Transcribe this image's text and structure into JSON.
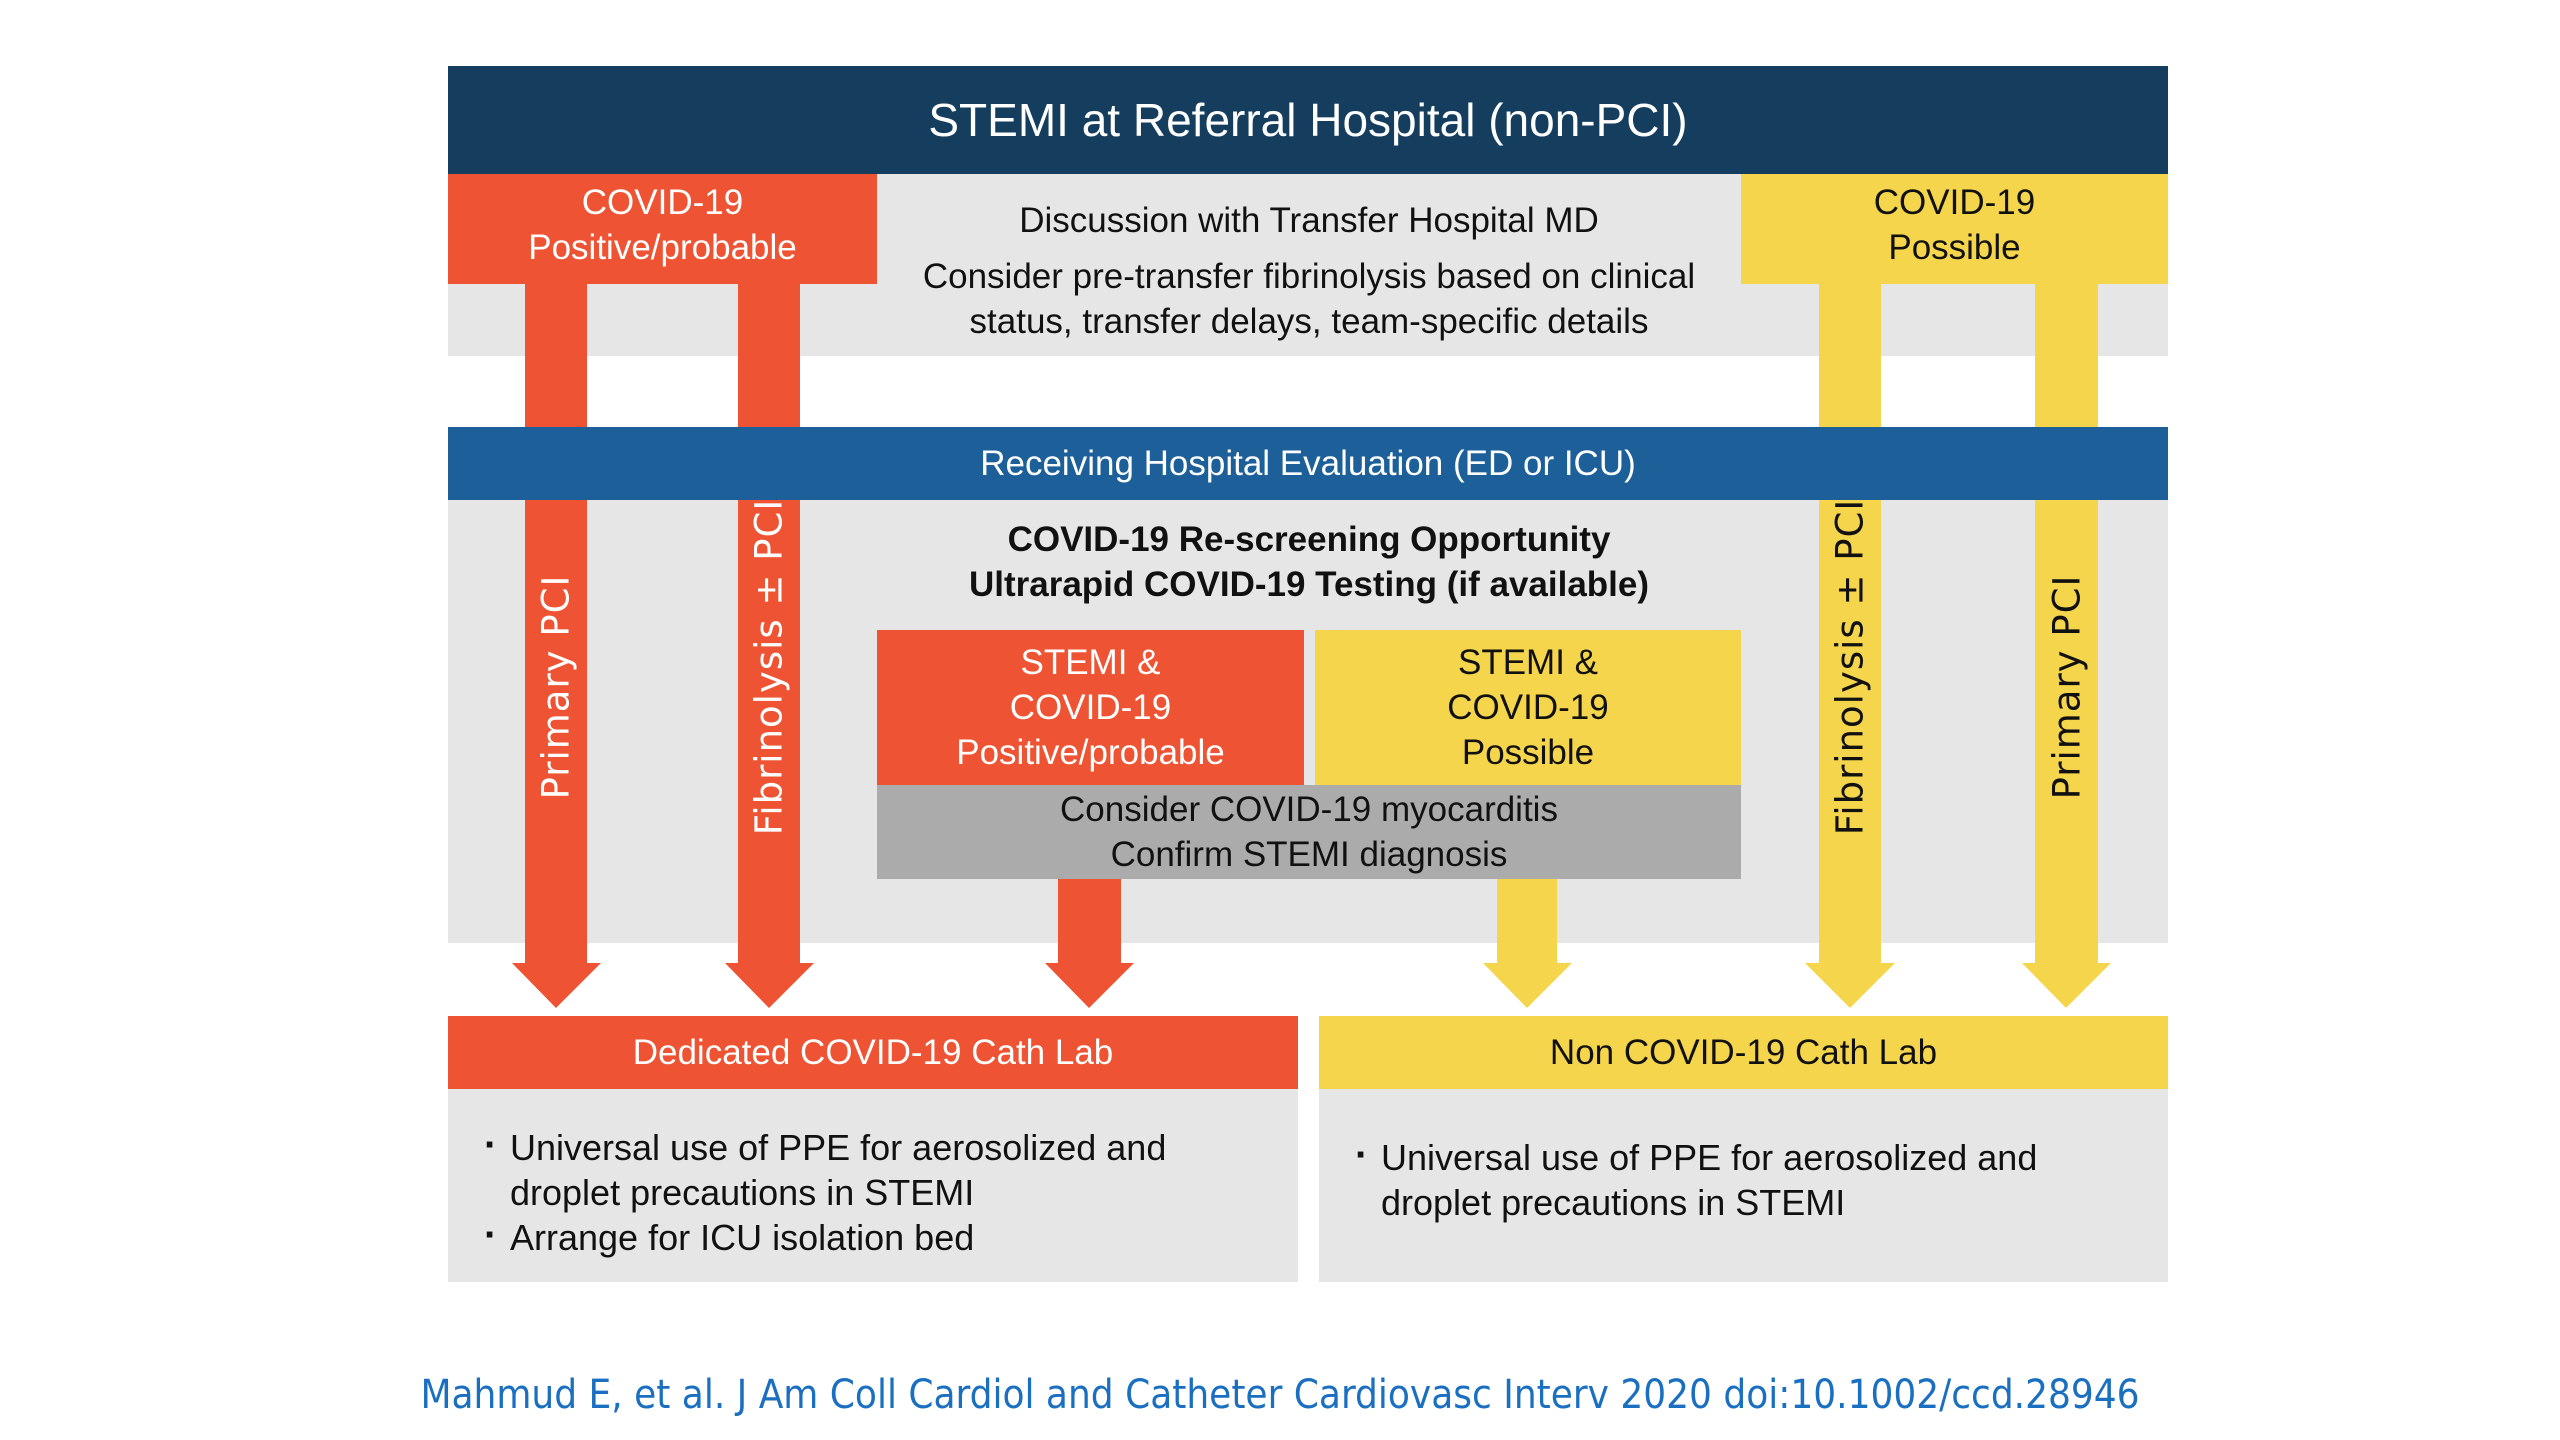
{
  "header": {
    "title": "STEMI at Referral Hospital (non-PCI)"
  },
  "referral": {
    "positive_box": {
      "line1": "COVID-19",
      "line2": "Positive/probable"
    },
    "possible_box": {
      "line1": "COVID-19",
      "line2": "Possible"
    },
    "discussion": {
      "line1": "Discussion with Transfer Hospital MD",
      "line2": "Consider pre-transfer fibrinolysis based on clinical",
      "line3": "status, transfer delays, team-specific details"
    }
  },
  "receiving": {
    "bar_label": "Receiving Hospital Evaluation (ED or ICU)",
    "rescreen_line1": "COVID-19 Re-screening Opportunity",
    "rescreen_line2": "Ultrarapid COVID-19 Testing (if available)"
  },
  "pathways": {
    "left": [
      {
        "label": "Primary PCI"
      },
      {
        "label": "Fibrinolysis ± PCI"
      }
    ],
    "right": [
      {
        "label": "Fibrinolysis ± PCI"
      },
      {
        "label": "Primary PCI"
      }
    ]
  },
  "stemi_boxes": {
    "positive": {
      "line1": "STEMI &",
      "line2": "COVID-19",
      "line3": "Positive/probable"
    },
    "possible": {
      "line1": "STEMI &",
      "line2": "COVID-19",
      "line3": "Possible"
    },
    "consider": {
      "line1": "Consider COVID-19 myocarditis",
      "line2": "Confirm STEMI diagnosis"
    }
  },
  "cath_labs": {
    "dedicated": {
      "title": "Dedicated COVID-19 Cath Lab",
      "bullets": [
        {
          "line1": "Universal use of PPE for aerosolized and",
          "line2": "droplet precautions in STEMI"
        },
        {
          "line1": "Arrange for ICU isolation bed",
          "line2": ""
        }
      ]
    },
    "non_covid": {
      "title": "Non COVID-19 Cath Lab",
      "bullets": [
        {
          "line1": "Universal use of PPE for aerosolized and",
          "line2": "droplet precautions in STEMI"
        }
      ]
    }
  },
  "citation": "Mahmud E, et al. J Am Coll Cardiol and Catheter Cardiovasc Interv 2020 doi:10.1002/ccd.28946",
  "colors": {
    "navy": "#143d5e",
    "blue": "#1c5f99",
    "orange": "#ee5433",
    "yellow": "#f5d54b",
    "light_grey": "#e6e6e6",
    "dark_grey": "#acabab",
    "citation_blue": "#1a6fc0"
  }
}
